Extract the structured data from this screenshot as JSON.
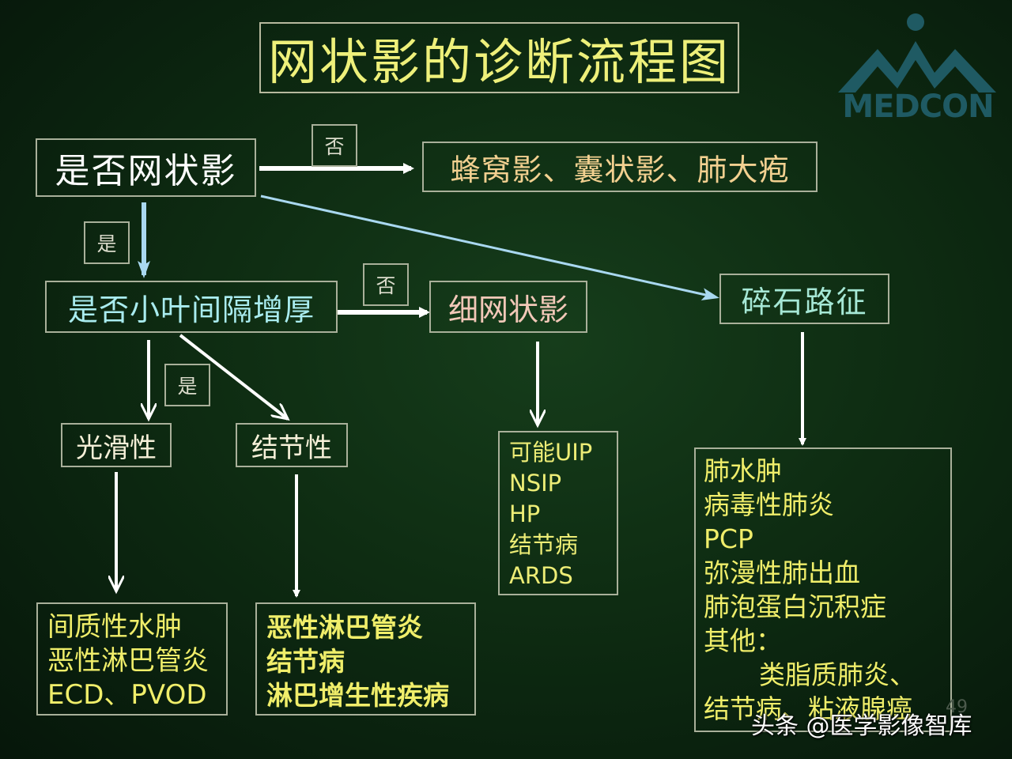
{
  "title": "网状影的诊断流程图",
  "logo": {
    "text": "MEDCON"
  },
  "labels": {
    "no": "否",
    "yes": "是"
  },
  "nodes": {
    "q1": "是否网状影",
    "honeycomb": "蜂窝影、囊状影、肺大疱",
    "q2": "是否小叶间隔增厚",
    "fine_reticular": "细网状影",
    "crazy_paving": "碎石路征",
    "smooth": "光滑性",
    "nodular": "结节性"
  },
  "results": {
    "smooth": [
      "间质性水肿",
      "恶性淋巴管炎",
      "ECD、PVOD"
    ],
    "nodular": [
      "恶性淋巴管炎",
      "结节病",
      "淋巴增生性疾病"
    ],
    "fine_reticular": [
      "可能UIP",
      "NSIP",
      "HP",
      "结节病",
      "ARDS"
    ],
    "crazy_paving": [
      "肺水肿",
      "病毒性肺炎",
      "PCP",
      "弥漫性肺出血",
      "肺泡蛋白沉积症",
      "其他：",
      "类脂质肺炎、",
      "结节病、粘液腺癌"
    ]
  },
  "page_number": "49",
  "watermark": "头条 @医学影像智库"
}
